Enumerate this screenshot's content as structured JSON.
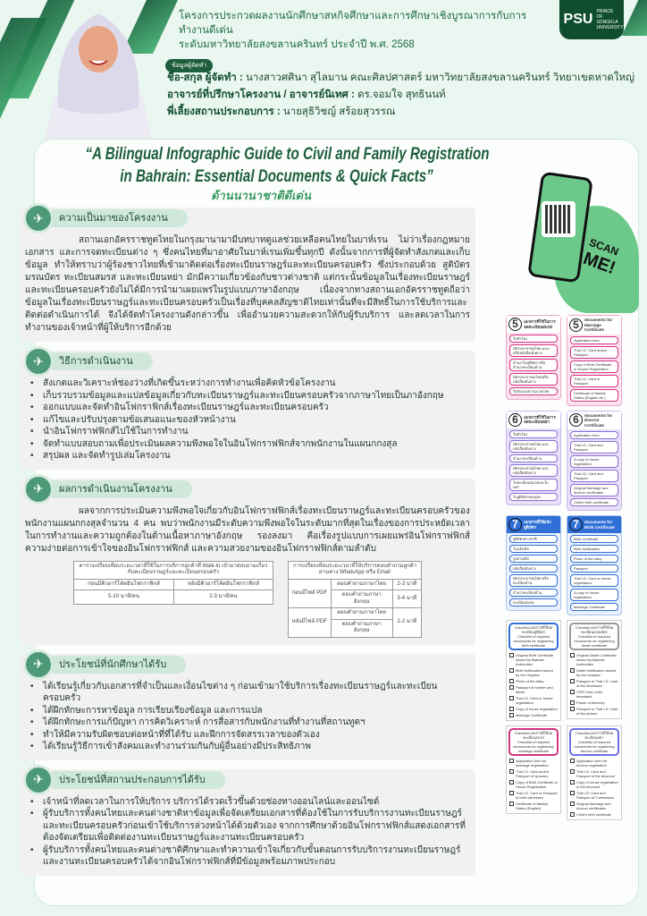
{
  "header": {
    "line1": "โครงการประกวดผลงานนักศึกษาสหกิจศึกษาและการศึกษาเชิงบูรณาการกับการทำงานดีเด่น",
    "line2": "ระดับมหาวิทยาลัยสงขลานครินทร์ ประจำปี พ.ศ. 2568",
    "logo": "PSU",
    "logo_sub": "PRINCE OF SONGKLA UNIVERSITY"
  },
  "author": {
    "badge": "ข้อมูลผู้จัดทำ",
    "name_label": "ชื่อ-สกุล ผู้จัดทำ :",
    "name": "นางสาวศศินา สุไลมาน  คณะศิลปศาสตร์ มหาวิทยาลัยสงขลานครินทร์ วิทยาเขตหาดใหญ่",
    "advisor_label": "อาจารย์ที่ปรึกษาโครงงาน / อาจารย์นิเทศ :",
    "advisor": "ดร.จอมใจ  สุทธินนท์",
    "mentor_label": "พี่เลี้ยงสถานประกอบการ :",
    "mentor": "นายสุธิวิชญ์ สร้อยสุวรรณ"
  },
  "title": {
    "line1": "“A Bilingual Infographic Guide to Civil and Family Registration",
    "line2": "in Bahrain: Essential Documents & Quick Facts”",
    "category": "ด้านนานาชาติดีเด่น"
  },
  "qr": {
    "label1": "SCAN",
    "label2": "ME!"
  },
  "sections": {
    "background": {
      "title": "ความเป็นมาของโครงงาน",
      "text": "สถานเอกอัครราชทูตไทยในกรุงมานามามีบทบาทดูแลช่วยเหลือคนไทยในบาห์เรน ไม่ว่าเรื่องกฎหมาย เอกสาร และการจดทะเบียนต่าง ๆ ซึ่งคนไทยที่มาอาศัยในบาห์เรนเพิ่มขึ้นทุกปี ดังนั้นจากการที่ผู้จัดทำสังเกตและเก็บข้อมูล ทำให้ทราบว่าผู้ร้องชาวไทยที่เข้ามาติดต่อเรื่องทะเบียนราษฎร์และทะเบียนครอบครัว ซึ่งประกอบด้วย สูติบัตร มรณบัตร ทะเบียนสมรส และทะเบียนหย่า มักมีความเกี่ยวข้องกับชาวต่างชาติ แต่กระนั้นข้อมูลในเรื่องทะเบียนราษฎร์และทะเบียนครอบครัวยังไม่ได้มีการนำมาเผยแพร่ในรูปแบบภาษาอังกฤษ เนื่องจากทางสถานเอกอัครราชทูตถือว่าข้อมูลในเรื่องทะเบียนราษฎร์และทะเบียนครอบครัวเป็นเรื่องที่บุคคลสัญชาติไทยเท่านั้นที่จะมีสิทธิ์ในการใช้บริการและติดต่อดำเนินการได้ จึงได้จัดทำโครงงานดังกล่าวขึ้น เพื่ออำนวยความสะดวกให้กับผู้รับบริการ และลดเวลาในการทำงานของเจ้าหน้าที่ผู้ให้บริการอีกด้วย"
    },
    "methods": {
      "title": "วิธีการดำเนินงาน",
      "items": [
        "สังเกตและวิเคราะห์ช่องว่างที่เกิดขึ้นระหว่างการทำงานเพื่อคิดหัวข้อโครงงาน",
        "เก็บรวบรวมข้อมูลและแปลข้อมูลเกี่ยวกับทะเบียนราษฎร์และทะเบียนครอบครัวจากภาษาไทยเป็นภาอังกฤษ",
        "ออกแบบและจัดทำอินโฟกราฟิกส์เรื่องทะเบียนราษฎร์และทะเบียนครอบครัว",
        "แก้ไขและปรับปรุงตามข้อเสนอแนะของหัวหน้างาน",
        "นำอินโฟกราฟฟิกส์ไปใช้ในการทำงาน",
        "จัดทำแบบสอบถามเพื่อประเมินผลความพึงพอใจในอินโฟกราฟฟิกส์จากพนักงานในแผนกกงสุล",
        "สรุปผล และจัดทำรูปเล่มโครงงาน"
      ]
    },
    "results": {
      "title": "ผลการดำเนินงานโครงงาน",
      "text": "ผลจากการประเมินความพึงพอใจเกี่ยวกับอินโฟกราฟฟิกส์เรื่องทะเบียนราษฎร์และทะเบียนครอบครัวของพนักงานแผนกกงสุลจำนวน 4 คน พบว่าพนักงานมีระดับความพึงพอใจในระดับมากที่สุดในเรื่องของการประหยัดเวลาในการทำงานและความถูกต้องในด้านเนื้อหาภาษาอังกฤษ รองลงมา คือเรื่องรูปแบบการเผยแพร่อินโฟกราฟฟิกส์ ความง่ายต่อการเข้าใจของอินโฟกราฟฟิกส์ และความสวยงามของอินโฟกราฟฟิกส์ตามลำดับ",
      "table1": {
        "caption": "ตารางเปรียบเทียบระยะเวลาที่ใช้ในการบริการลูกค้าที่ Walk-in เข้ามาสอบถามเกี่ยวกับทะเบียนราษฎร์และทะเบียนครอบครัว",
        "headers": [
          "ก่อนมีคิวอาร์โค้ดอินโฟกราฟิกส์",
          "หลังมีคิวอาร์โค้ดอินโฟกราฟิกส์"
        ],
        "values": [
          "5-10 นาที/คน",
          "2-3 นาที/คน"
        ]
      },
      "table2": {
        "caption": "การเปรียบเทียบระยะเวลาที่ให้บริการตอบคำถามลูกค้าผ่านทาง WhatsApp หรือ Email",
        "rows": [
          {
            "group": "ก่อนมีไฟล์ PDF",
            "items": [
              "ตอบคำถามภาษาไทย",
              "ตอบคำถามภาษาอังกฤษ"
            ],
            "times": [
              "2-3 นาที",
              "3-4 นาที"
            ]
          },
          {
            "group": "หลังมีไฟล์ PDF",
            "items": [
              "ตอบคำถามภาษาไทย",
              "ตอบคำถามภาษาอังกฤษ"
            ],
            "times": [
              "1-2 นาที"
            ]
          }
        ]
      }
    },
    "student": {
      "title": "ประโยชน์ที่นักศึกษาได้รับ",
      "items": [
        "ได้เรียนรู้เกี่ยวกับเอกสารที่จำเป็นและเงื่อนไขต่าง ๆ ก่อนเข้ามาใช้บริการเรื่องทะเบียนราษฎร์และทะเบียนครอบครัว",
        "ได้ฝึกทักษะการหาข้อมูล การเรียบเรียงข้อมูล และการแปล",
        "ได้ฝึกทักษะการแก้ปัญหา การคิดวิเคราะห์ การสื่อสารกับพนักงานที่ทำงานที่สถานทูตฯ",
        "ทำให้มีความรับผิดชอบต่อหน้าที่ที่ได้รับ และฝึกการจัดสรรเวลาของตัวเอง",
        "ได้เรียนรู้วิธีการเข้าสังคมและทำงานร่วมกันกับผู้อื่นอย่างมีประสิทธิภาพ"
      ]
    },
    "business": {
      "title": "ประโยชน์ที่สถานประกอบการได้รับ",
      "items": [
        "เจ้าหน้าที่ลดเวลาในการให้บริการ บริการได้รวดเร็วขึ้นด้วยช่องทางออนไลน์และออนไซต์",
        "ผู้รับบริการทั้งคนไทยและคนต่างชาติหาข้อมูลเพื่อจัดเตรียมเอกสารที่ต้องใช้ในการรับบริการงานทะเบียนราษฎร์และทะเบียนครอบครัวก่อนเข้าใช้บริการล่วงหน้าได้ด้วยตัวเอง จากการศึกษาด้วยอินโฟกราฟฟิกส์แสดงเอกสารที่ต้องจัดเตรียมเพื่อติดต่องานทะเบียนราษฎร์และงานทะเบียนครอบครัว",
        "ผู้รับบริการทั้งคนไทยและคนต่างชาติศึกษาและทำความเข้าใจเกี่ยวกับขั้นตอนการรับบริการงานทะเบียนราษฎร์และงานทะเบียนครอบครัวได้จากอินโฟกราฟฟิกส์ที่มีข้อมูลพร้อมภาพประกอบ"
      ]
    }
  },
  "infographics": [
    {
      "num": "5",
      "title": "เอกสารที่ใช้ในการจดทะเบียนสมรส",
      "color": "#d6337f",
      "bg": "#fbe3ef",
      "items": [
        "ใบคำร้อง",
        "บัตรประชาชนไทย และ/หรือหนังสือเดินทาง",
        "สำเนาใบสูติบัตร หรือสำเนาทะเบียนบ้าน",
        "บัตรประชาชน/ไทยหรือ หนังสือเดินทาง",
        "ใบรับรองสถานภาพโสด"
      ]
    },
    {
      "num": "5",
      "title": "documents for Marriage Certificate",
      "color": "#d6337f",
      "bg": "#fbe3ef",
      "items": [
        "Application form",
        "Thai I.D. Card and/or Passport",
        "Copy of Birth Certificate or House Registration",
        "Thai I.D. Card or Passport",
        "Certificate of Marital Status (English ver.)"
      ]
    },
    {
      "num": "6",
      "title": "เอกสารที่ใช้ในการจดทะเบียนหย่า",
      "color": "#8b6fd6",
      "bg": "#e7e0f8",
      "items": [
        "ใบคำร้อง",
        "บัตรประชาชนไทย และหนังสือเดินทาง",
        "สำเนาทะเบียนบ้าน",
        "บัตรประชาชนไทย และหนังสือเดินทาง",
        "ใบทะเบียนสมรสและใบหย่า",
        "ใบสูติบัตรของบุตร"
      ]
    },
    {
      "num": "6",
      "title": "documents for Divorce Certificate",
      "color": "#8b6fd6",
      "bg": "#e7e0f8",
      "items": [
        "Application form",
        "Thai I.D. Card and Passport",
        "A copy of house registration",
        "Thai I.D. Card and Passport",
        "Original Marriage and divorce certificates",
        "Child's birth certificate"
      ]
    },
    {
      "num": "7",
      "title": "เอกสารที่ใช้แจ้งสูติบัตร",
      "color": "#2f6fd6",
      "bg": "#e9f0fb",
      "items": [
        "สูติบัตรต่างชาติ",
        "ใบแจ้งเกิด",
        "รูปถ่ายเด็ก",
        "หนังสือเดินทาง",
        "บัตรประชาชนไทย หรือทะเบียนบ้าน",
        "สำเนาทะเบียนบ้าน",
        "ทะเบียนสมรส"
      ]
    },
    {
      "num": "7",
      "title": "documents for Birth Certificate",
      "color": "#2f6fd6",
      "bg": "#e9f0fb",
      "items": [
        "Birth Certificate",
        "Birth Notification",
        "Photo of the baby",
        "Passport",
        "Thai I.D. Card or house registration",
        "A copy of house registration",
        "Marriage Certificate"
      ]
    }
  ],
  "checklists": [
    {
      "title": "Checklist เอกสารที่ใช้จดทะเบียนสูติบัตร",
      "sub": "Checklist of required documents for registering birth certificate",
      "color": "#2f6fd6",
      "items": [
        "Original Birth Certificate issued by Bahrain Authorities",
        "Birth Notification issued by the Hospital",
        "Photo of the baby",
        "Passport of mother and father",
        "Thai I.D. Card or house registration",
        "Copy of house registration",
        "Marriage Certificate"
      ]
    },
    {
      "title": "Checklist เอกสารที่ใช้จดทะเบียนมรณบัตร",
      "sub": "Checklist of required documents for registering death certificate",
      "color": "#999999",
      "items": [
        "Original Death Certificate issued by Bahrain Authorities",
        "Death Notification issued by the Hospital",
        "Passport or Thai I.D. Card of the deceased",
        "CPR Card of the deceased",
        "Power of Attorney",
        "Passport or Thai I.D. Card of the person"
      ]
    },
    {
      "title": "Checklist เอกสารที่ใช้จดทะเบียนสมรส",
      "sub": "Checklist of required documents for registering marriage certificate",
      "color": "#d6337f",
      "items": [
        "Application form for marriage registration",
        "Thai I.D. Card and/or Passport of spouses",
        "Copy of Birth Certificate or House Registration",
        "Thai I.D. Card or Passport of both witnesses",
        "Certificate of Marital Status (English)"
      ]
    },
    {
      "title": "Checklist เอกสารที่ใช้จดทะเบียนหย่า",
      "sub": "Checklist of required documents for registering divorce certificate",
      "color": "#6f6fe6",
      "items": [
        "Application form for divorce registration",
        "Thai I.D. Card and Passport of the divorced",
        "Copy of house registration of the divorced",
        "Thai I.D. Card and Passport of 2 witnesses",
        "Original Marriage and divorce certificates",
        "Child's birth certificate"
      ]
    }
  ]
}
